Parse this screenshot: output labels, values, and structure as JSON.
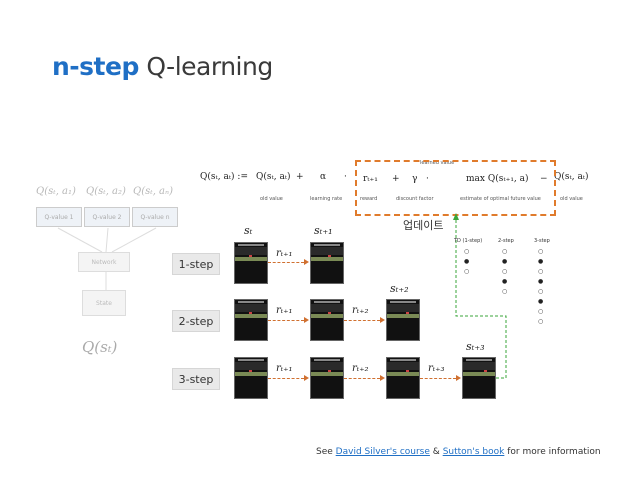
{
  "title": {
    "highlight": "n-step",
    "rest": "Q-learning"
  },
  "network": {
    "q_labels": [
      "Q(sₜ, a₁)",
      "Q(sₜ, a₂)",
      "Q(sₜ, aₙ)"
    ],
    "q_boxes": [
      "Q-value 1",
      "Q-value 2",
      "Q-value n"
    ],
    "network_box": "Network",
    "state_box": "State",
    "q_state": "Q(sₜ)"
  },
  "equation": {
    "lhs": "Q(sₜ, aₜ) :=",
    "old1": "Q(sₜ, aₜ)",
    "plus": "+",
    "alpha": "α",
    "dot": "·",
    "reward": "rₜ₊₁",
    "plus2": "+",
    "gamma": "γ",
    "dot2": "·",
    "maxq": "max Q(sₜ₊₁, a)",
    "minus": "−",
    "old2": "Q(sₜ, aₜ)",
    "sub_old": "old value",
    "sub_lr": "learning rate",
    "sub_reward": "reward",
    "sub_discount": "discount factor",
    "sub_estimate": "estimate of optimal future value",
    "sub_learned": "learned value",
    "sub_old2": "old value"
  },
  "update_label": "업데이트",
  "rows": [
    {
      "label": "1-step"
    },
    {
      "label": "2-step"
    },
    {
      "label": "3-step"
    }
  ],
  "states": {
    "s0": "sₜ",
    "s1": "sₜ₊₁",
    "s2": "sₜ₊₂",
    "s3": "sₜ₊₃"
  },
  "rewards": {
    "r1": "rₜ₊₁",
    "r2": "rₜ₊₂",
    "r3": "rₜ₊₃"
  },
  "table": {
    "headers": [
      "TD (1-step)",
      "2-step",
      "3-step"
    ]
  },
  "footer": {
    "see": "See",
    "link1": "David Silver's course",
    "amp": "&",
    "link2": "Sutton's book",
    "tail": "for more information"
  },
  "colors": {
    "accent": "#1f6fc5",
    "dash_box": "#e07b2c",
    "update_arrow": "#3aa63a",
    "reward_arrow": "#d07030"
  }
}
